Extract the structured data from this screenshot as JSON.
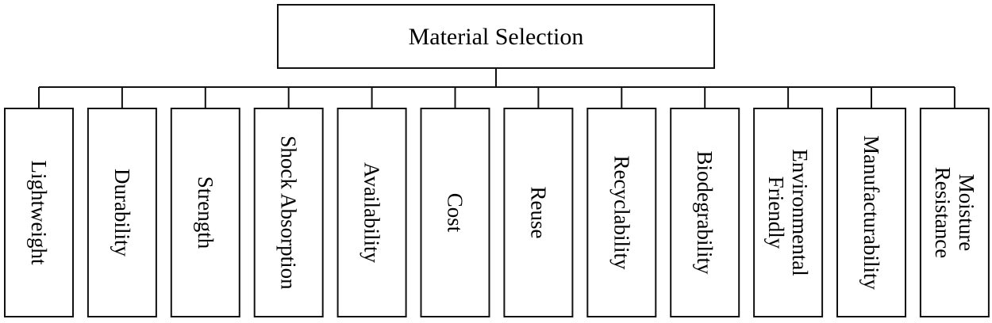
{
  "root": {
    "label": "Material Selection"
  },
  "criteria": [
    {
      "lines": [
        "Lightweight"
      ]
    },
    {
      "lines": [
        "Durability"
      ]
    },
    {
      "lines": [
        "Strength"
      ]
    },
    {
      "lines": [
        "Shock Absorption"
      ]
    },
    {
      "lines": [
        "Availability"
      ]
    },
    {
      "lines": [
        "Cost"
      ]
    },
    {
      "lines": [
        "Reuse"
      ]
    },
    {
      "lines": [
        "Recyclability"
      ]
    },
    {
      "lines": [
        "Biodegrability"
      ]
    },
    {
      "lines": [
        "Environmental",
        "Friendly"
      ]
    },
    {
      "lines": [
        "Manufacturability"
      ]
    },
    {
      "lines": [
        "Moisture",
        "Resistance"
      ]
    }
  ]
}
